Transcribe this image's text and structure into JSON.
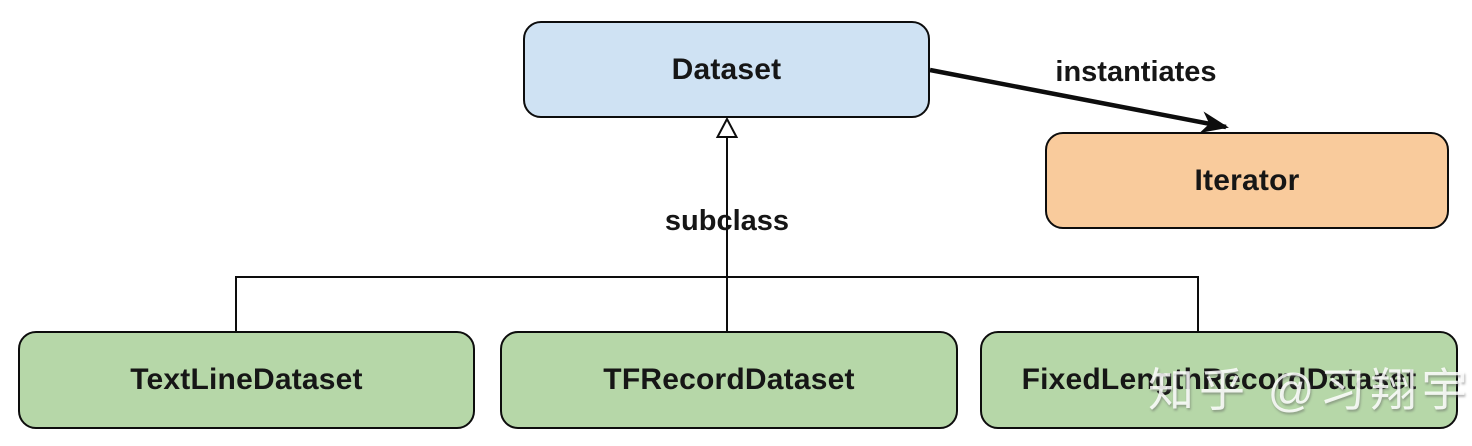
{
  "nodes": [
    {
      "id": "dataset",
      "label": "Dataset",
      "fill": "#cfe2f3"
    },
    {
      "id": "iterator",
      "label": "Iterator",
      "fill": "#f9cb9c"
    },
    {
      "id": "textline-dataset",
      "label": "TextLineDataset",
      "fill": "#b6d7a8"
    },
    {
      "id": "tfrecord-dataset",
      "label": "TFRecordDataset",
      "fill": "#b6d7a8"
    },
    {
      "id": "fixedlength-record-dataset",
      "label": "FixedLengthRecordDataset",
      "fill": "#b6d7a8"
    }
  ],
  "edges": [
    {
      "from": "TextLineDataset, TFRecordDataset, FixedLengthRecordDataset",
      "to": "Dataset",
      "type": "inheritance",
      "label": "subclass"
    },
    {
      "from": "Dataset",
      "to": "Iterator",
      "type": "association",
      "label": "instantiates"
    }
  ],
  "colors": {
    "line": "#0d0d0d",
    "text": "#161616",
    "dataset_fill": "#cfe2f3",
    "iterator_fill": "#f9cb9c",
    "subclass_fill": "#b6d7a8",
    "inheritance_arrowhead_fill": "#ffffff",
    "background": "#ffffff"
  },
  "watermark": {
    "text": "知乎 @习翔宇",
    "color": "rgba(255,255,255,0.85)"
  }
}
